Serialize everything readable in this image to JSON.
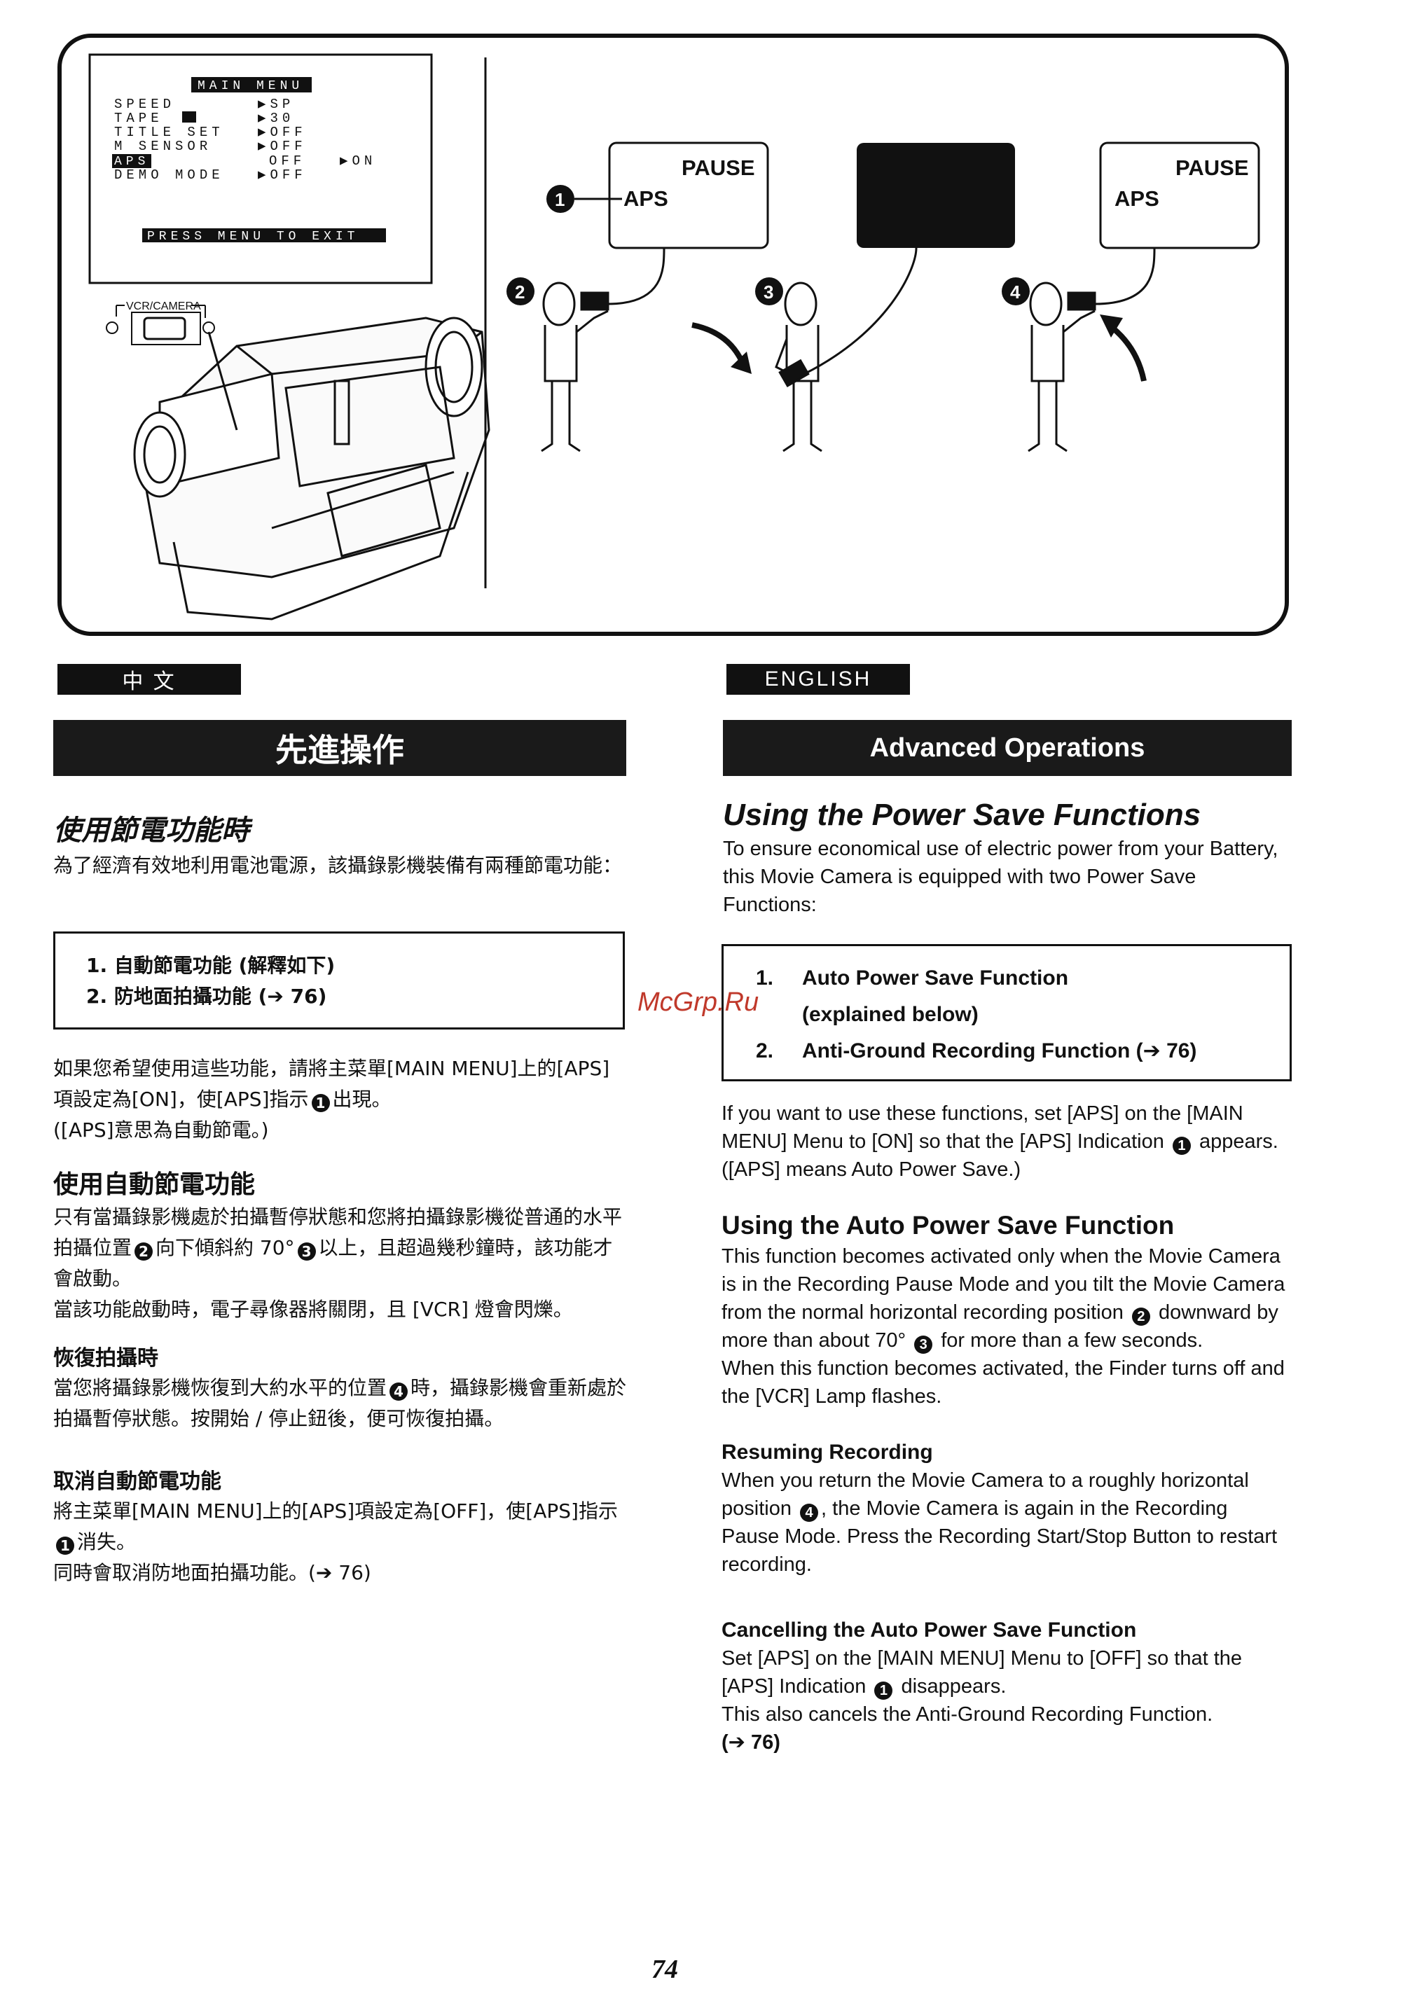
{
  "illustration": {
    "menu": {
      "title": "MAIN MENU",
      "rows": [
        {
          "label": "SPEED",
          "value": "▶SP"
        },
        {
          "label": "TAPE",
          "value": "▶30"
        },
        {
          "label": "TITLE SET",
          "value": "▶OFF"
        },
        {
          "label": "M SENSOR",
          "value": "▶OFF"
        },
        {
          "label": "APS",
          "value": "OFF",
          "extra": "▶ON"
        },
        {
          "label": "DEMO MODE",
          "value": "▶OFF"
        }
      ],
      "footer": "PRESS MENU TO EXIT"
    },
    "switch_label": "VCR/CAMERA",
    "finder1": {
      "line1": "PAUSE",
      "line2": "APS"
    },
    "finder3": {
      "line1": "PAUSE",
      "line2": "APS"
    },
    "callouts": [
      "1",
      "2",
      "3",
      "4"
    ]
  },
  "chinese": {
    "tag": "中 文",
    "banner": "先進操作",
    "section_title": "使用節電功能時",
    "intro": "為了經濟有效地利用電池電源，該攝錄影機裝備有兩種節電功能：",
    "list": [
      {
        "num": "1.",
        "text": "自動節電功能 (解釋如下)"
      },
      {
        "num": "2.",
        "text": "防地面拍攝功能 (➔ 76)"
      }
    ],
    "p1a": "如果您希望使用這些功能，請將主菜單[MAIN MENU]上的[APS]項設定為[ON]，使[APS]指示",
    "p1b": "出現。",
    "p1c": "([APS]意思為自動節電。)",
    "h_auto": "使用自動節電功能",
    "p2a": "只有當攝錄影機處於拍攝暫停狀態和您將拍攝錄影機從普通的水平拍攝位置",
    "p2b": "向下傾斜約 70°",
    "p2c": "以上，且超過幾秒鐘時，該功能才會啟動。",
    "p2d": "當該功能啟動時，電子尋像器將關閉，且 [VCR] 燈會閃爍。",
    "h_resume": "恢復拍攝時",
    "p3a": "當您將攝錄影機恢復到大約水平的位置",
    "p3b": "時，攝錄影機會重新處於拍攝暫停狀態。按開始 / 停止鈕後，便可恢復拍攝。",
    "h_cancel": "取消自動節電功能",
    "p4a": "將主菜單[MAIN MENU]上的[APS]項設定為[OFF]，使[APS]指示",
    "p4b": "消失。",
    "p4c": "同時會取消防地面拍攝功能。(➔ 76)"
  },
  "english": {
    "tag": "ENGLISH",
    "banner": "Advanced Operations",
    "section_title": "Using the Power Save Functions",
    "intro": "To ensure economical use of electric power from your Battery, this Movie Camera is equipped with two Power Save Functions:",
    "list": [
      {
        "num": "1.",
        "text": "Auto Power Save Function",
        "text2": "(explained below)"
      },
      {
        "num": "2.",
        "text": "Anti-Ground Recording Function (➔ 76)"
      }
    ],
    "p1a": "If you want to use these functions, set [APS] on the [MAIN MENU] Menu to [ON] so that the [APS] Indication",
    "p1b": "appears.",
    "p1c": "([APS] means Auto Power Save.)",
    "h_auto": "Using the Auto Power Save Function",
    "p2a": "This function becomes activated only when the Movie Camera is in the Recording Pause Mode and you tilt the Movie Camera from the normal horizontal recording position",
    "p2b": "downward by more than about 70°",
    "p2c": "for more than a few seconds.",
    "p2d": "When this function becomes activated, the Finder turns off and the [VCR] Lamp flashes.",
    "h_resume": "Resuming Recording",
    "p3a": "When you return the Movie Camera to a roughly horizontal position",
    "p3b": ", the Movie Camera is again in the Recording Pause Mode. Press the Recording Start/Stop Button to restart recording.",
    "h_cancel": "Cancelling the Auto Power Save Function",
    "p4a": "Set [APS] on the [MAIN MENU] Menu to [OFF] so that the [APS] Indication",
    "p4b": "disappears.",
    "p4c": "This also cancels the Anti-Ground Recording Function.",
    "p4d": "(➔ 76)"
  },
  "watermark": "McGrp.Ru",
  "page_number": "74"
}
